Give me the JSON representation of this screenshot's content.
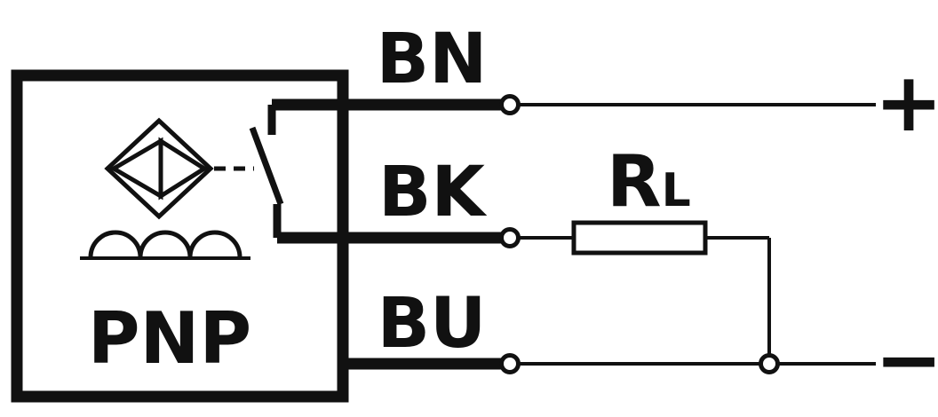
{
  "colors": {
    "ink": "#111111",
    "background": "#ffffff"
  },
  "diagram": {
    "device_label": "PNP",
    "wire_labels": {
      "top": "BN",
      "middle": "BK",
      "bottom": "BU"
    },
    "load_label": {
      "main": "R",
      "sub": "L"
    },
    "polarity": {
      "positive": "+",
      "negative": "−"
    }
  }
}
